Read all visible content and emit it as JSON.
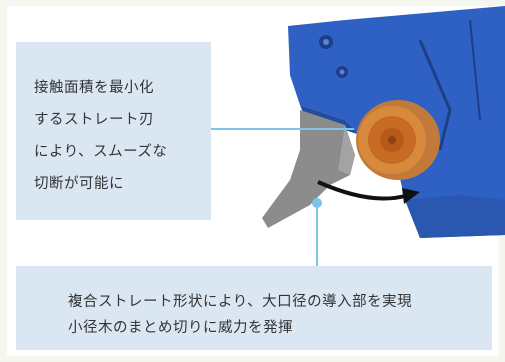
{
  "callout_top": {
    "lines": [
      "接触面積を最小化",
      "するストレート刃",
      "により、スムーズな",
      "切断が可能に"
    ]
  },
  "callout_bottom": {
    "lines": [
      "複合ストレート形状により、大口径の導入部を実現",
      "小径木のまとめ切りに威力を発揮"
    ]
  },
  "colors": {
    "background": "#f3f7ee",
    "callout_fill": "#dae6f2",
    "connector_line": "#7ec4e8",
    "tool_body": "#2f61c4",
    "blade": "#8c8c8c"
  }
}
